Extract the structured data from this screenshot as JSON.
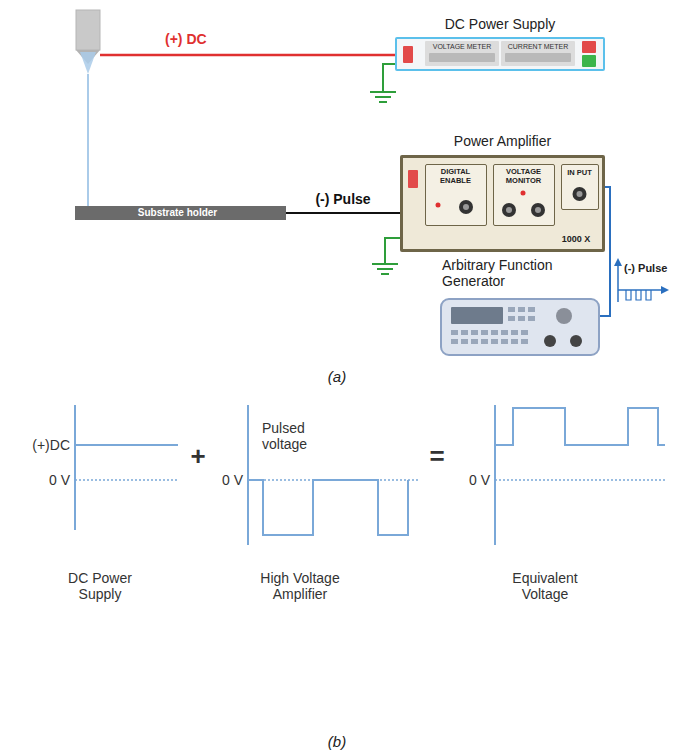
{
  "diagram": {
    "nodes": [
      {
        "text": [
          "DC Power Supply",
          "VOLTAGE METER",
          "CURRENT METER"
        ]
      },
      {
        "text": [
          "Power Amplifier",
          "1000 X"
        ]
      },
      {
        "text": [
          "DIGITAL ENABLE"
        ],
        "in": 1
      },
      {
        "text": [
          "VOLTAGE MONITOR"
        ],
        "in": 1
      },
      {
        "text": [
          "IN PUT"
        ],
        "in": 1
      },
      {
        "text": [
          "Substrate holder"
        ]
      },
      {
        "text": [
          "Arbitrary Function Generator"
        ]
      }
    ],
    "edges": [
      {
        "from": 5,
        "to": 1,
        "label": "(-) Pulse",
        "arrow": "none"
      },
      {
        "from": 6,
        "to": 4,
        "arrow": "none"
      }
    ],
    "labels": [
      "(+) DC",
      "(-) Pulse",
      "(a)",
      "(+)DC",
      "0 V",
      "+",
      "Pulsed voltage",
      "0 V",
      "=",
      "0 V",
      "DC Power Supply",
      "High Voltage Amplifier",
      "Equivalent Voltage",
      "(b)"
    ]
  }
}
